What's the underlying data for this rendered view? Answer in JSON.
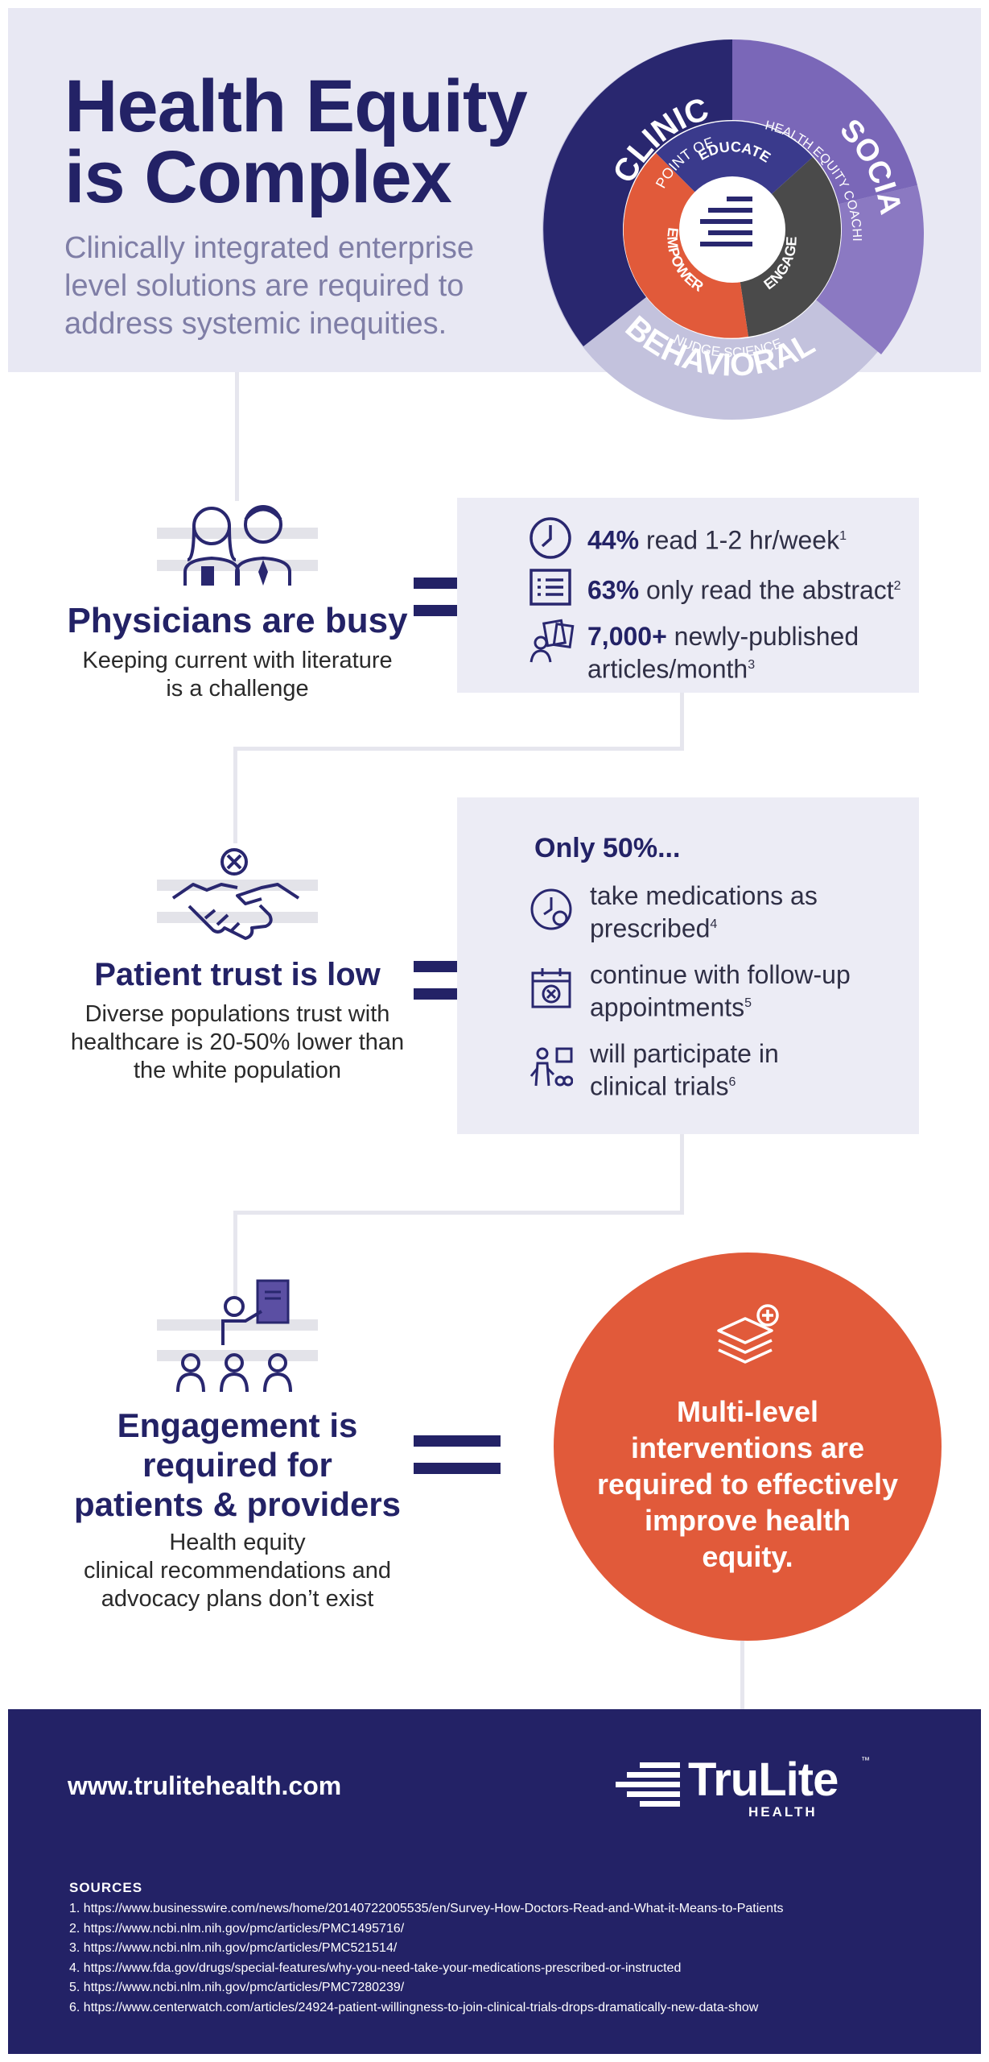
{
  "header": {
    "title_line1": "Health Equity",
    "title_line2": "is Complex",
    "subtitle_line1": "Clinically integrated enterprise",
    "subtitle_line2": "level solutions are required to",
    "subtitle_line3": "address systemic inequities."
  },
  "wheel": {
    "clinical": "CLINICAL",
    "clinical_sub": "POINT OF CARE",
    "social": "SOCIAL",
    "social_sub": "HEALTH EQUITY COACHING",
    "behavioral": "BEHAVIORAL",
    "behavioral_sub": "NUDGE SCIENCE",
    "educate": "EDUCATE",
    "engage": "ENGAGE",
    "empower": "EMPOWER",
    "colors": {
      "clinical": "#29276f",
      "social": "#7a67b8",
      "behavioral": "#c3c2dd",
      "educate": "#3a3a8c",
      "engage": "#4a4a4a",
      "empower": "#e15a3a"
    }
  },
  "section1": {
    "title": "Physicians are busy",
    "desc_line1": "Keeping current with literature",
    "desc_line2": "is a challenge",
    "stats": [
      {
        "icon": "clock-icon",
        "bold": "44%",
        "text": " read 1-2 hr/week",
        "sup": "1"
      },
      {
        "icon": "document-list-icon",
        "bold": "63%",
        "text": " only read the abstract",
        "sup": "2"
      },
      {
        "icon": "articles-icon",
        "bold": "7,000+",
        "text": " newly-published",
        "text2": "articles/month",
        "sup": "3"
      }
    ]
  },
  "section2": {
    "title": "Patient trust is low",
    "desc_line1": "Diverse populations trust with",
    "desc_line2": "healthcare is 20-50% lower than",
    "desc_line3": "the white population",
    "box_heading": "Only 50%...",
    "stats": [
      {
        "icon": "medication-clock-icon",
        "line1": "take medications as",
        "line2": "prescribed",
        "sup": "4"
      },
      {
        "icon": "calendar-x-icon",
        "line1": "continue with follow-up",
        "line2": "appointments",
        "sup": "5"
      },
      {
        "icon": "clinical-trial-icon",
        "line1": "will participate in",
        "line2": "clinical trials",
        "sup": "6"
      }
    ]
  },
  "section3": {
    "title_line1": "Engagement is",
    "title_line2": "required for",
    "title_line3": "patients & providers",
    "desc_line1": "Health equity",
    "desc_line2": "clinical recommendations and",
    "desc_line3": "advocacy plans don’t exist",
    "circle_line1": "Multi-level",
    "circle_line2": "interventions are",
    "circle_line3": "required to effectively",
    "circle_line4": "improve health",
    "circle_line5": "equity."
  },
  "footer": {
    "website": "www.trulitehealth.com",
    "logo_name": "TruLite",
    "logo_sub": "HEALTH",
    "logo_tm": "™",
    "sources_title": "SOURCES",
    "sources": [
      "1. https://www.businesswire.com/news/home/20140722005535/en/Survey-How-Doctors-Read-and-What-it-Means-to-Patients",
      "2. https://www.ncbi.nlm.nih.gov/pmc/articles/PMC1495716/",
      "3. https://www.ncbi.nlm.nih.gov/pmc/articles/PMC521514/",
      "4. https://www.fda.gov/drugs/special-features/why-you-need-take-your-medications-prescribed-or-instructed",
      "5. https://www.ncbi.nlm.nih.gov/pmc/articles/PMC7280239/",
      "6. https://www.centerwatch.com/articles/24924-patient-willingness-to-join-clinical-trials-drops-dramatically-new-data-show"
    ]
  }
}
